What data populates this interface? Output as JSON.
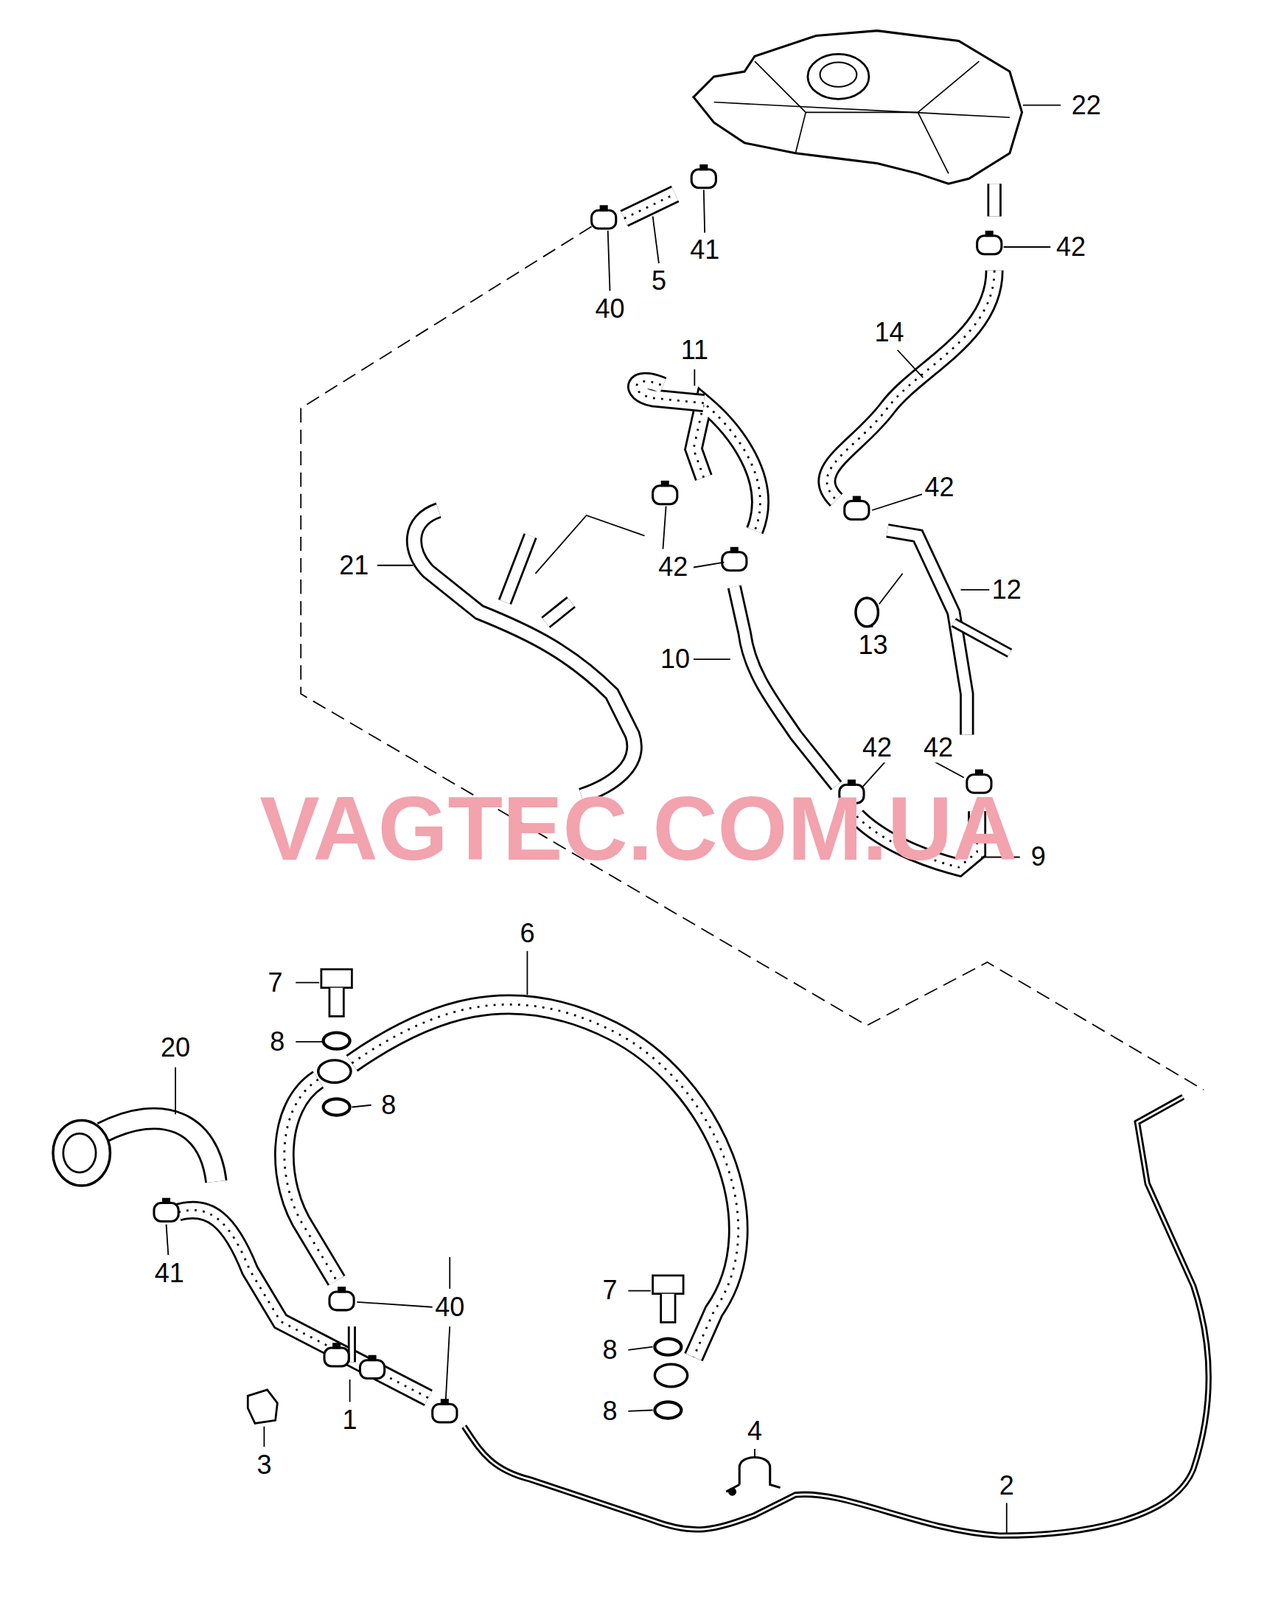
{
  "diagram": {
    "labels": [
      "22",
      "40",
      "5",
      "41",
      "42",
      "11",
      "14",
      "42",
      "21",
      "42",
      "42",
      "12",
      "13",
      "10",
      "42",
      "9",
      "VAGTEC.COM.UA",
      "6",
      "7",
      "20",
      "8",
      "8",
      "41",
      "40",
      "7",
      "8",
      "1",
      "8",
      "3",
      "4",
      "2"
    ]
  }
}
